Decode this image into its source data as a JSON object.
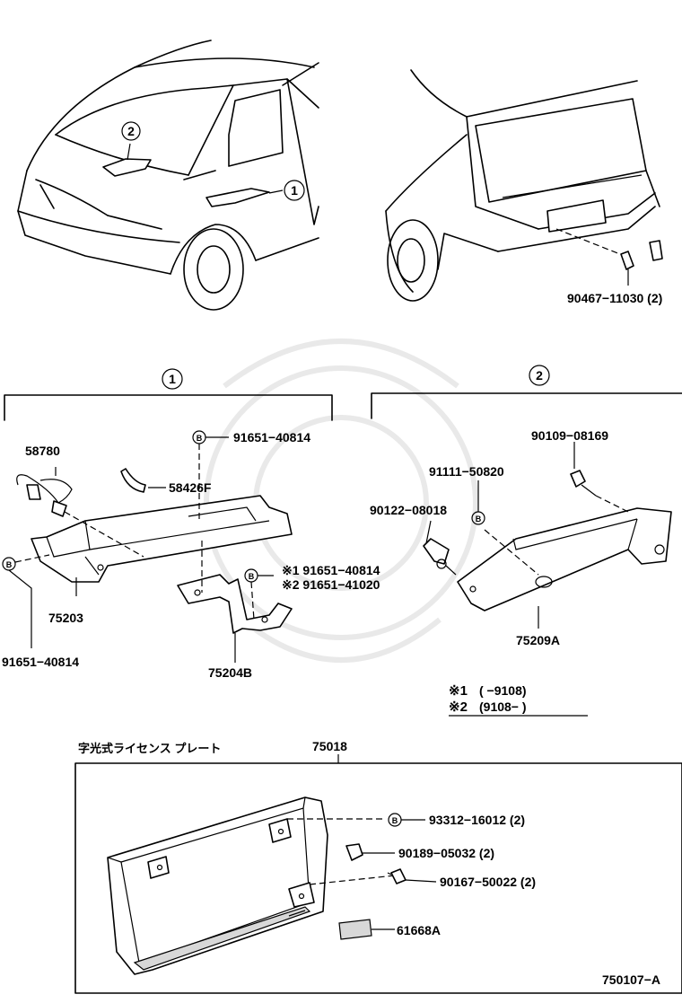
{
  "callouts": {
    "one": "1",
    "two": "2",
    "b": "B"
  },
  "top": {
    "rear_part": "90467−11030 (2)"
  },
  "section1": {
    "part_58780": "58780",
    "part_58426F": "58426F",
    "bolt_top": "91651−40814",
    "part_75203": "75203",
    "bolt_left": "91651−40814",
    "bolt_var1": "※1 91651−40814",
    "bolt_var2": "※2 91651−41020",
    "part_75204B": "75204B"
  },
  "section2": {
    "part_90109": "90109−08169",
    "part_91111": "91111−50820",
    "part_90122": "90122−08018",
    "part_75209A": "75209A"
  },
  "legend": {
    "note1_mark": "※1",
    "note1_range": "(        −9108)",
    "note2_mark": "※2",
    "note2_range": "(9108−        )"
  },
  "section3": {
    "title_jp": "字光式ライセンス プレート",
    "assembly": "75018",
    "part_93312": "93312−16012 (2)",
    "part_90189": "90189−05032 (2)",
    "part_90167": "90167−50022 (2)",
    "part_61668A": "61668A"
  },
  "footer": {
    "figure_code": "750107−A"
  }
}
